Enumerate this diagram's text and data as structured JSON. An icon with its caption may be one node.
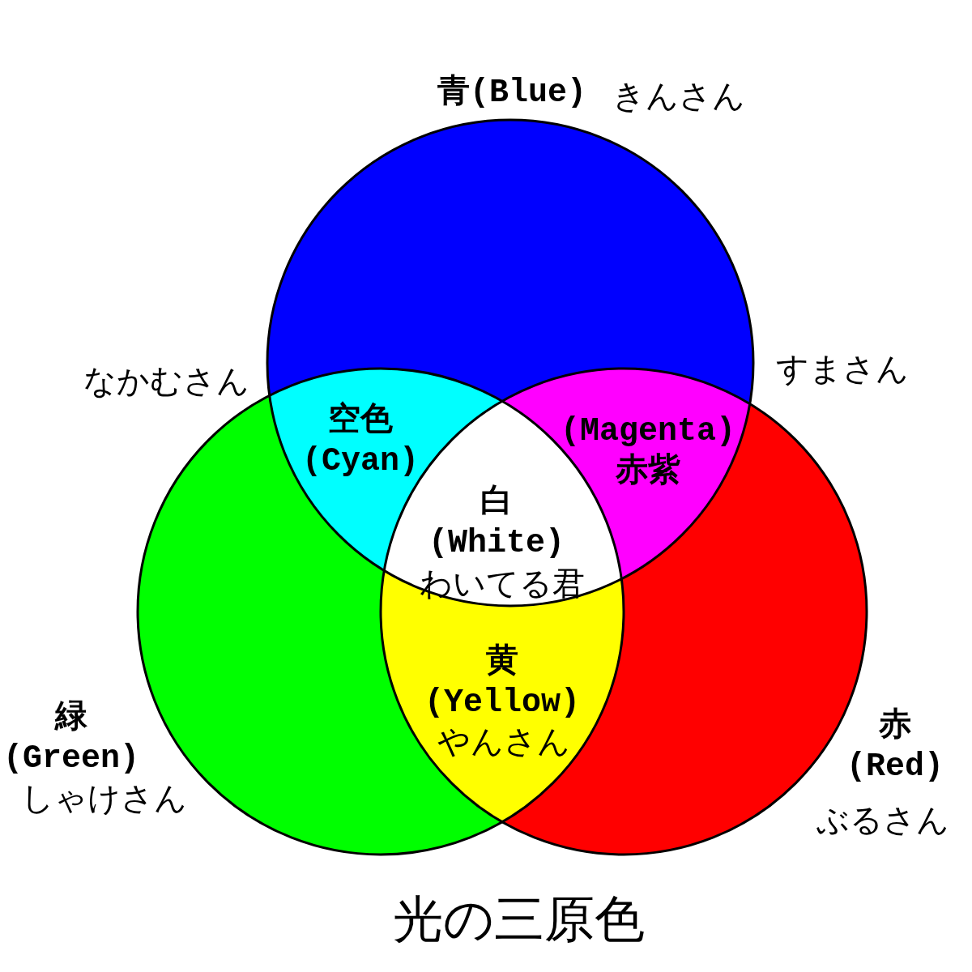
{
  "diagram": {
    "caption": "光の三原色",
    "nodes": [
      {
        "text": [
          "青(Blue)"
        ],
        "beside": [
          "きんさん"
        ]
      },
      {
        "text": [
          "緑 (Green)"
        ],
        "beside": [
          "しゃけさん"
        ]
      },
      {
        "text": [
          "赤 (Red)"
        ],
        "beside": [
          "ぶるさん"
        ]
      },
      {
        "text": [
          "空色 (Cyan)"
        ]
      },
      {
        "text": [
          "(Magenta) 赤紫"
        ]
      },
      {
        "text": [
          "白 (White)",
          "わいてる君"
        ]
      },
      {
        "text": [
          "黄 (Yellow)",
          "やんさん"
        ]
      }
    ],
    "labels": [
      "なかむさん",
      "すまさん"
    ]
  }
}
